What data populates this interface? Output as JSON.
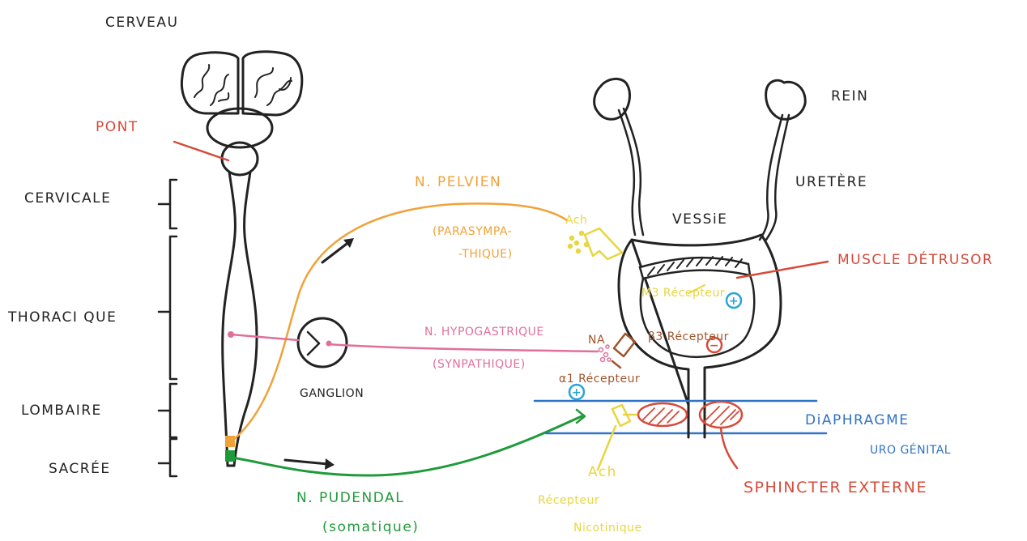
{
  "colors": {
    "black": "#222222",
    "red": "#d64a3a",
    "orange": "#f0a23a",
    "pink": "#e0709a",
    "green": "#1f9a3a",
    "yellow": "#e8d640",
    "brown": "#a0552c",
    "blue": "#2f73c4",
    "cyan": "#2aa3d6"
  },
  "labels": {
    "cerveau": "CERVEAU",
    "pont": "PONT",
    "cervicale": "CERVICALE",
    "thoracique": "THORACI QUE",
    "lombaire": "LOMBAIRE",
    "sacree": "SACRÉE",
    "ganglion": "GANGLION",
    "rein": "REIN",
    "uretere": "URETÈRE",
    "vessie": "VESSiE",
    "muscle_detrusor": "MUSCLE DÉTRUSOR",
    "n_pelvien": "N. PELVIEN",
    "parasympa_1": "(PARASYMPA-",
    "parasympa_2": "-THIQUE)",
    "ach_top": "Ach",
    "m3_recepteur": "M3 Récepteur",
    "n_hypogastrique": "N. HYPOGASTRIQUE",
    "sympathique": "(SYNPATHIQUE)",
    "na": "NA",
    "b3_recepteur": "β3 Récepteur",
    "a1_recepteur": "α1 Récepteur",
    "n_pudendal": "N. PUDENDAL",
    "somatique": "(somatique)",
    "ach_bottom": "Ach",
    "recepteur": "Récepteur",
    "nicotinique": "Nicotinique",
    "diaphragme": "DiAPHRAGME",
    "urogenital": "URO GÉNITAL",
    "sphincter_externe": "SPHINCTER EXTERNE",
    "plus_sign": "+",
    "minus_sign": "−"
  }
}
